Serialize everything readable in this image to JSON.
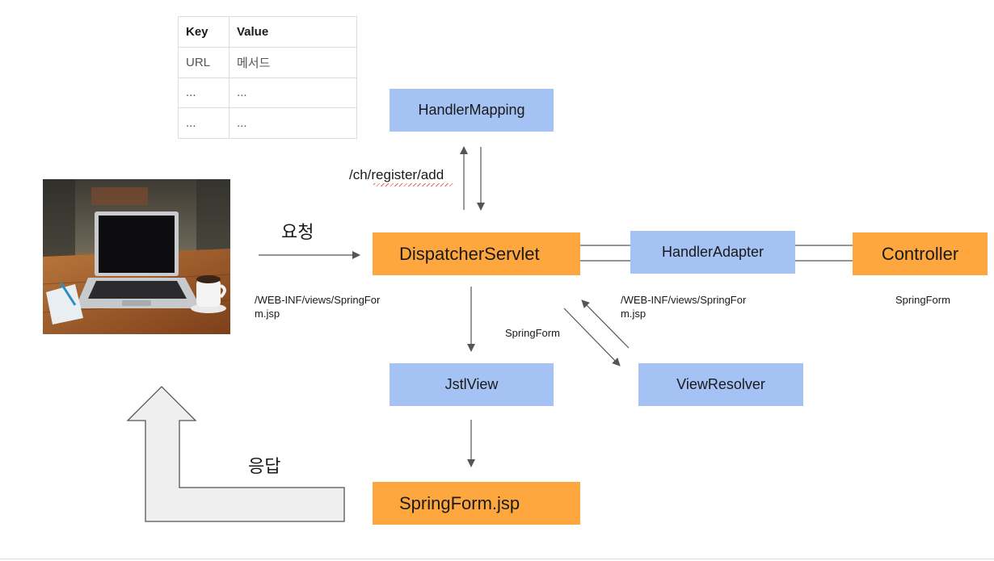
{
  "table": {
    "headers": [
      "Key",
      "Value"
    ],
    "rows": [
      [
        "URL",
        "메서드"
      ],
      [
        "...",
        "..."
      ],
      [
        "...",
        "..."
      ]
    ]
  },
  "nodes": {
    "handler_mapping": "HandlerMapping",
    "dispatcher_servlet": "DispatcherServlet",
    "handler_adapter": "HandlerAdapter",
    "controller": "Controller",
    "jstl_view": "JstlView",
    "view_resolver": "ViewResolver",
    "springform_jsp": "SpringForm.jsp"
  },
  "labels": {
    "request_url": "/ch/register/add",
    "request": "요청",
    "response": "응답",
    "view_path_left": "/WEB-INF/views/SpringFor\nm.jsp",
    "view_path_right": "/WEB-INF/views/SpringFor\nm.jsp",
    "springform_controller": "SpringForm",
    "springform_resolver": "SpringForm"
  },
  "colors": {
    "blue_node": "#a4c2f4",
    "orange_node": "#ffa73f",
    "arrow": "#555555",
    "big_arrow_fill": "#efefef",
    "big_arrow_stroke": "#555555"
  },
  "icons": {
    "client_image": "laptop-on-table-photo"
  }
}
